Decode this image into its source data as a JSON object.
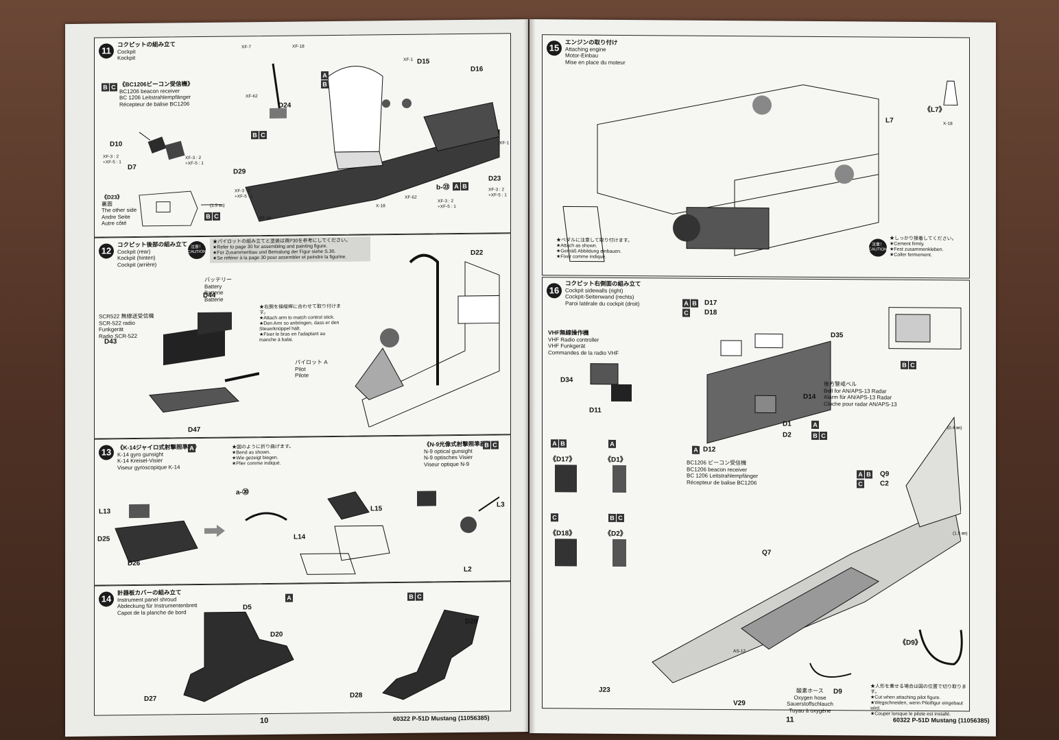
{
  "footer": {
    "left_page_num": "10",
    "right_page_num": "11",
    "left_code": "60322  P-51D Mustang (11056385)",
    "right_code": "60322  P-51D Mustang (11056385)"
  },
  "step11": {
    "num": "11",
    "jp": "コクピットの組み立て",
    "en": "Cockpit",
    "de": "Kockpit",
    "sub_codes": [
      "B",
      "C"
    ],
    "sub_jp": "《BC1206ビーコン受信機》",
    "sub_en": "BC1206 beacon receiver",
    "sub_de": "BC 1206 Leitstrahlempfänger",
    "sub_fr": "Récepteur de balise BC1206",
    "parts": [
      "D10",
      "D7",
      "D24",
      "D15",
      "D16",
      "D29",
      "D23"
    ],
    "paints": [
      "XF-3 : 2\n+XF-5 : 1",
      "XF-18",
      "XF-7",
      "XF-62",
      "XF-1",
      "XF-16",
      "X-18"
    ],
    "d23_label": "《D23》",
    "d23_jp": "裏面",
    "d23_en": "The other side",
    "d23_de": "Andre Seite",
    "d23_fr": "Autre côté",
    "measure": "(1.5 ㎜)",
    "b23": "b-㉓"
  },
  "step12": {
    "num": "12",
    "jp": "コクピット後部の組み立て",
    "en": "Cockpit (rear)",
    "de": "Kockpit (hinten)",
    "fr": "Cockpit (arrière)",
    "caution": "注意！ CAUTION",
    "note": "★パイロットの組み立てと塗装は頁P30を参考にしてください。\n★Refer to page 30 for assembling and painting figure.\n★Für Zusammenbau und Bemalung der Figur siehe S.30.\n★Se référer à la page 30 pour assembler et peindre la figurine.",
    "battery_jp": "バッテリー",
    "battery_en": "Battery",
    "battery_de": "Batterie",
    "battery_fr": "Batterie",
    "radio_jp": "SCR522 無線送受信機",
    "radio_en": "SCR-522 radio",
    "radio_de": "Funkgerät",
    "radio_fr": "Radio SCR-522",
    "arm_note": "★右腕を操縦桿に合わせて取り付けます。\n★Attach arm to match control stick.\n★Den Arm so anbringen, dass er den Steuerknüppel hält.\n★Fixer le bras en l'adaptant au manche à balai.",
    "pilot_jp": "パイロット A",
    "pilot_en": "Pilot",
    "pilot_fr": "Pilote",
    "parts": [
      "D22",
      "D44",
      "D43",
      "D47"
    ]
  },
  "step13": {
    "num": "13",
    "left_jp": "《K-14ジャイロ式射撃照準器》",
    "left_code": "A",
    "left_en": "K-14 gyro gunsight",
    "left_de": "K-14 Kreisel-Visier",
    "left_fr": "Viseur gyroscopique K-14",
    "bend_note": "★図のように折り曲げます。\n★Bend as shown.\n★Wie gezeigt biegen.\n★Plier comme indiqué.",
    "right_jp": "《N-9光像式射撃照準器》",
    "right_codes": [
      "B",
      "C"
    ],
    "right_en": "N-9 optical gunsight",
    "right_de": "N-9 optisches Visier",
    "right_fr": "Viseur optique N-9",
    "parts": [
      "L13",
      "D25",
      "D26",
      "L14",
      "L15",
      "L3",
      "L2"
    ],
    "a20": "a-⑳"
  },
  "step14": {
    "num": "14",
    "jp": "計器板カバーの組み立て",
    "en": "Instrument panel shroud",
    "de": "Abdeckung für Instrumentenbrett",
    "fr": "Capot de la planche de bord",
    "left_code": "A",
    "right_codes": [
      "B",
      "C"
    ],
    "parts": [
      "D5",
      "D20",
      "D27",
      "D20",
      "D28"
    ]
  },
  "step15": {
    "num": "15",
    "jp": "エンジンの取り付け",
    "en": "Attaching engine",
    "de": "Motor-Einbau",
    "fr": "Mise en place du moteur",
    "pedal_note": "★ペダルに注意して取り付けます。\n★Attach as shown.\n★Gemäß Abbildung einbauen.\n★Fixer comme indiqué.",
    "cement_note": "★しっかり接着してください。\n★Cement firmly.\n★Fest zusammenkleben.\n★Coller fermement.",
    "parts": [
      "L7",
      "《L7》"
    ],
    "paint": "X-18"
  },
  "step16": {
    "num": "16",
    "jp": "コクピット右側面の組み立て",
    "en": "Cockpit sidewalls (right)",
    "de": "Cockpit-Seitenwand (rechts)",
    "fr": "Paroi latérale du cockpit (droit)",
    "vhf_jp": "VHF無線操作機",
    "vhf_en": "VHF Radio controller",
    "vhf_de": "VHF Funkgerät",
    "vhf_fr": "Commandes de la radio VHF",
    "alarm_jp": "後方警戒ベル",
    "alarm_en": "Bell for AN/APS-13 Radar",
    "alarm_de": "Alarm für AN/APS-13 Radar",
    "alarm_fr": "Cloche pour radar AN/APS-13",
    "bc_jp": "BC1206 ビーコン受信機",
    "bc_en": "BC1206 beacon receiver",
    "bc_de": "BC 1206 Leitstrahlempfänger",
    "bc_fr": "Récepteur de balise BC1206",
    "oxy_jp": "酸素ホース",
    "oxy_en": "Oxygen hose",
    "oxy_de": "Sauerstoffschlauch",
    "oxy_fr": "Tuyau à oxygène",
    "cut_note": "★人形を乗せる場合は図の位置で切り取ります。\n★Cut when attaching pilot figure.\n★Wegschneiden, wenn Pilotfigur eingebaut wird.\n★Couper lorsque le pilote est installé.",
    "parts": [
      "D17",
      "D18",
      "D35",
      "D34",
      "D11",
      "D14",
      "D1",
      "D2",
      "D12",
      "Q9",
      "C2",
      "Q7",
      "J23",
      "V29",
      "D9",
      "AS-12",
      "《D17》",
      "《D1》",
      "《D18》",
      "《D2》",
      "《D9》"
    ],
    "measures": [
      "(0.4 ㎜)",
      "(1.5 ㎜)"
    ]
  }
}
